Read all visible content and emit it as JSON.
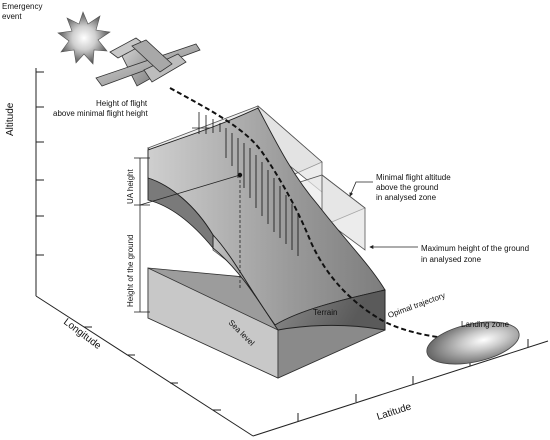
{
  "labels": {
    "emergency_line1": "Emergency",
    "emergency_line2": "event",
    "altitude": "Altitude",
    "longitude": "Longitude",
    "latitude": "Latitude",
    "height_of_flight_line1": "Height of flight",
    "height_of_flight_line2": "above minimal flight height",
    "ua_height": "UA height",
    "height_of_ground": "Height of the ground",
    "sea_level": "Sea level",
    "terrain": "Terrain",
    "minimal_alt_line1": "Minimal flight altitude",
    "minimal_alt_line2": "above the ground",
    "minimal_alt_line3": "in analysed zone",
    "max_ground_line1": "Maximum height of the ground",
    "max_ground_line2": "in analysed zone",
    "optimal_trajectory": "Opimal trajectory",
    "landing_zone": "Landing zone"
  },
  "colors": {
    "terrain_fill": "#8a8a8a",
    "box_fill": "#e2e2e2",
    "landing_zone": "#9a9a9a"
  }
}
